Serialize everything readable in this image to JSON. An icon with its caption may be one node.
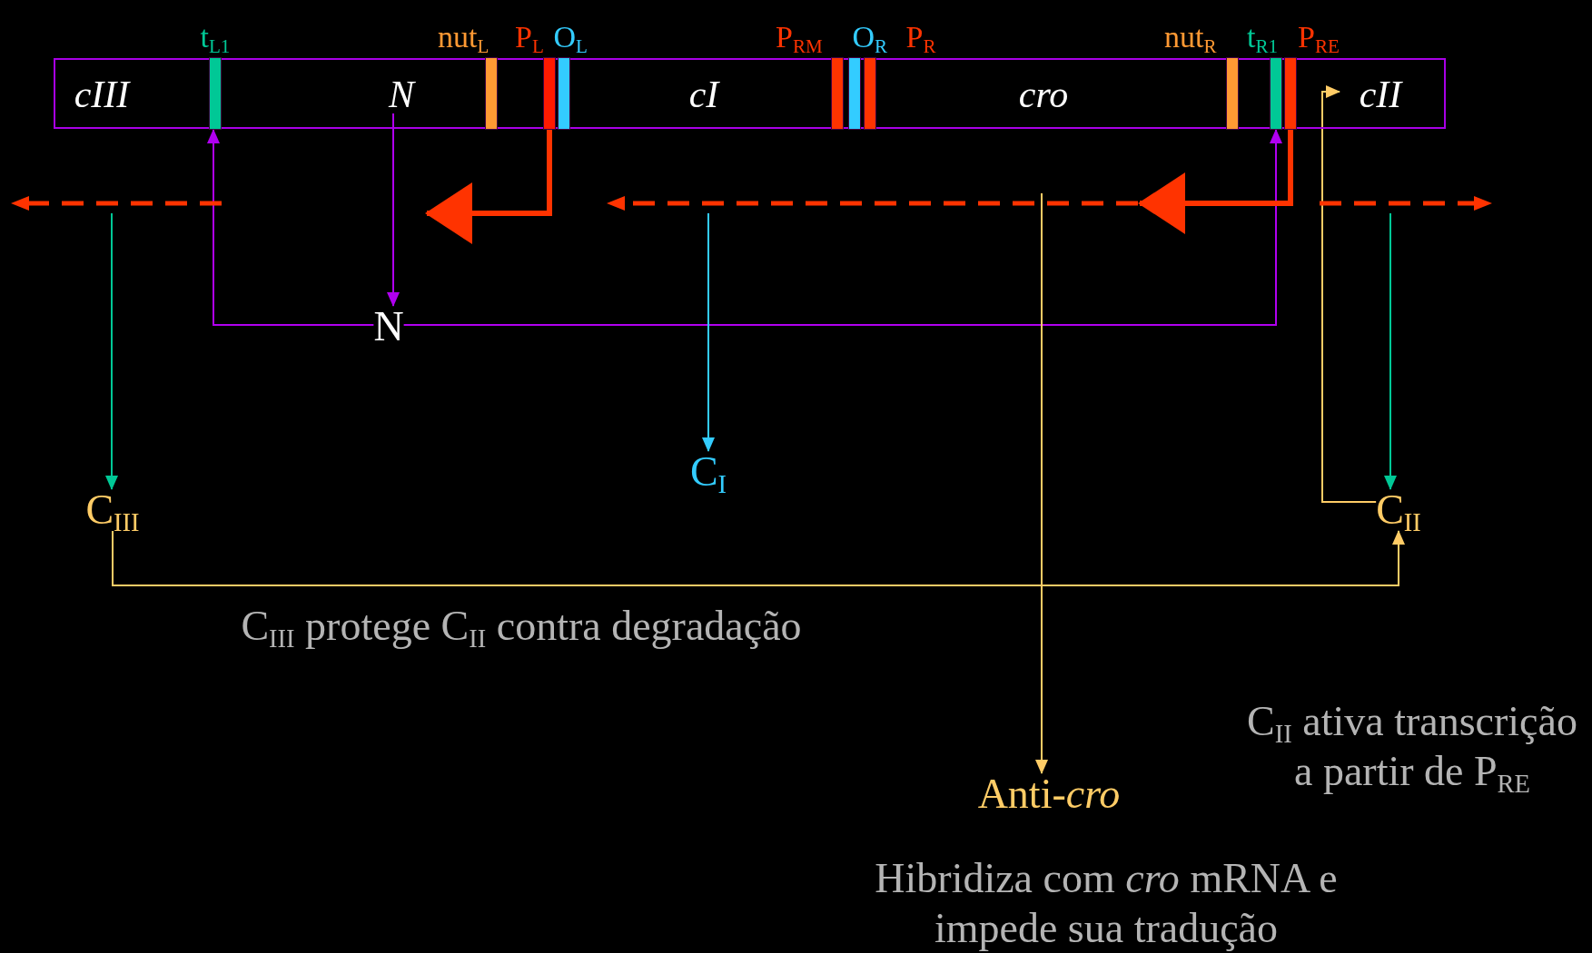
{
  "diagram": {
    "nodes": [
      {
        "text": [],
        "shape": "bar"
      },
      {
        "text": [
          "cIII"
        ],
        "in": 0
      },
      {
        "text": [
          "t$_{L1}$"
        ],
        "in": 0
      },
      {
        "text": [
          "N"
        ],
        "in": 0
      },
      {
        "text": [
          "nut$_{L}$"
        ],
        "in": 0
      },
      {
        "text": [
          "P$_{L}$"
        ],
        "in": 0
      },
      {
        "text": [
          "O$_{L}$"
        ],
        "in": 0
      },
      {
        "text": [
          "cI"
        ],
        "in": 0
      },
      {
        "text": [
          "P$_{RM}$"
        ],
        "in": 0
      },
      {
        "text": [
          "O$_{R}$"
        ],
        "in": 0
      },
      {
        "text": [
          "P$_{R}$"
        ],
        "in": 0
      },
      {
        "text": [
          "cro"
        ],
        "in": 0
      },
      {
        "text": [
          "nut$_{R}$"
        ],
        "in": 0
      },
      {
        "text": [
          "t$_{R1}$"
        ],
        "in": 0
      },
      {
        "text": [
          "P$_{RE}$"
        ],
        "in": 0
      },
      {
        "text": [
          "cII"
        ],
        "in": 0
      },
      {
        "text": [],
        "shape": "arrow"
      },
      {
        "text": [],
        "shape": "arrow"
      },
      {
        "text": [],
        "shape": "arrow"
      },
      {
        "text": [
          "N"
        ]
      },
      {
        "text": [
          "C$_{III}$"
        ]
      },
      {
        "text": [
          "C$_{I}$"
        ]
      },
      {
        "text": [
          "C$_{II}$"
        ]
      },
      {
        "text": [
          "Anti-*cro*"
        ],
        "beside": [
          "Hibridiza com *cro* mRNA e impede sua tradução"
        ]
      }
    ],
    "edges": [
      {
        "from": 3,
        "to": 19,
        "arrow": "to",
        "color": "#b000f0"
      },
      {
        "from": 19,
        "to": 2,
        "arrow": "to",
        "color": "#b000f0"
      },
      {
        "from": 19,
        "to": 13,
        "arrow": "to",
        "color": "#b000f0"
      },
      {
        "from": 5,
        "to": null,
        "arrow": "to",
        "style": "thick",
        "color": "#ff3300"
      },
      {
        "from": 14,
        "to": 17,
        "arrow": "to",
        "style": "thick",
        "color": "#ff3300"
      },
      {
        "from": 16,
        "to": 20,
        "arrow": "to",
        "color": "#00c896"
      },
      {
        "from": 17,
        "to": 21,
        "arrow": "to",
        "color": "#33ccff"
      },
      {
        "from": 18,
        "to": 22,
        "arrow": "to",
        "color": "#00c896"
      },
      {
        "from": 17,
        "to": 23,
        "arrow": "to",
        "color": "#ffcc66"
      },
      {
        "from": 20,
        "to": 22,
        "arrow": "to",
        "color": "#ffcc66"
      },
      {
        "from": 22,
        "to": 14,
        "arrow": "to",
        "color": "#ffcc66"
      }
    ],
    "labels": [
      "C$_{III}$ protege C$_{II}$ contra degradação",
      "C$_{II}$ ativa transcrição a partir de P$_{RE}$"
    ]
  }
}
